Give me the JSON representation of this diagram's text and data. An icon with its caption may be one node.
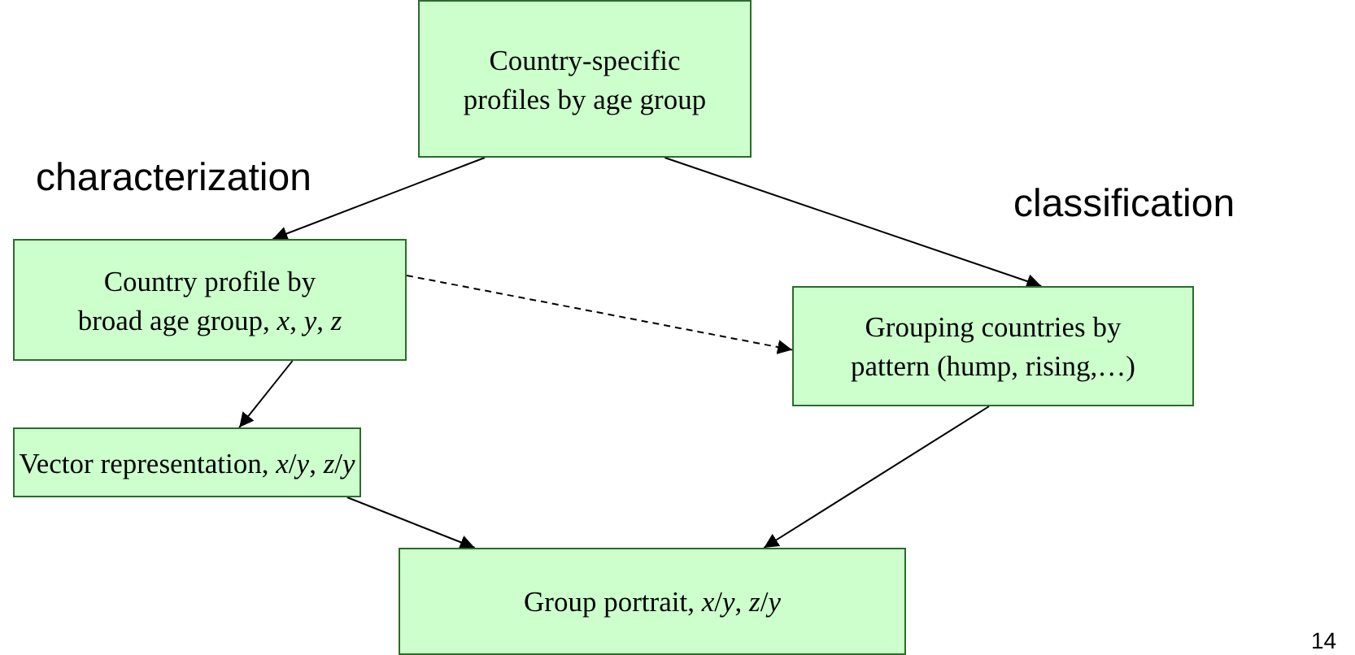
{
  "diagram": {
    "nodes": [
      {
        "text": [
          "Country-specific profiles by age group"
        ]
      },
      {
        "text": [
          "Country profile by broad age group, *x*, *y*, *z*"
        ]
      },
      {
        "text": [
          "Grouping countries by pattern (hump, rising,…)"
        ]
      },
      {
        "text": [
          "Vector representation, *x*/*y*, *z*/*y*"
        ]
      },
      {
        "text": [
          "Group portrait, *x*/*y*, *z*/*y*"
        ]
      }
    ],
    "edges": [
      {
        "from": 0,
        "to": 1,
        "arrow": "to"
      },
      {
        "from": 0,
        "to": 2,
        "arrow": "to"
      },
      {
        "from": 1,
        "to": 2,
        "arrow": "to",
        "style": "dashed"
      },
      {
        "from": 1,
        "to": 3,
        "arrow": "to"
      },
      {
        "from": 3,
        "to": 4,
        "arrow": "to"
      },
      {
        "from": 2,
        "to": 4,
        "arrow": "to"
      }
    ],
    "labels": [
      "characterization",
      "classification",
      "14"
    ]
  }
}
